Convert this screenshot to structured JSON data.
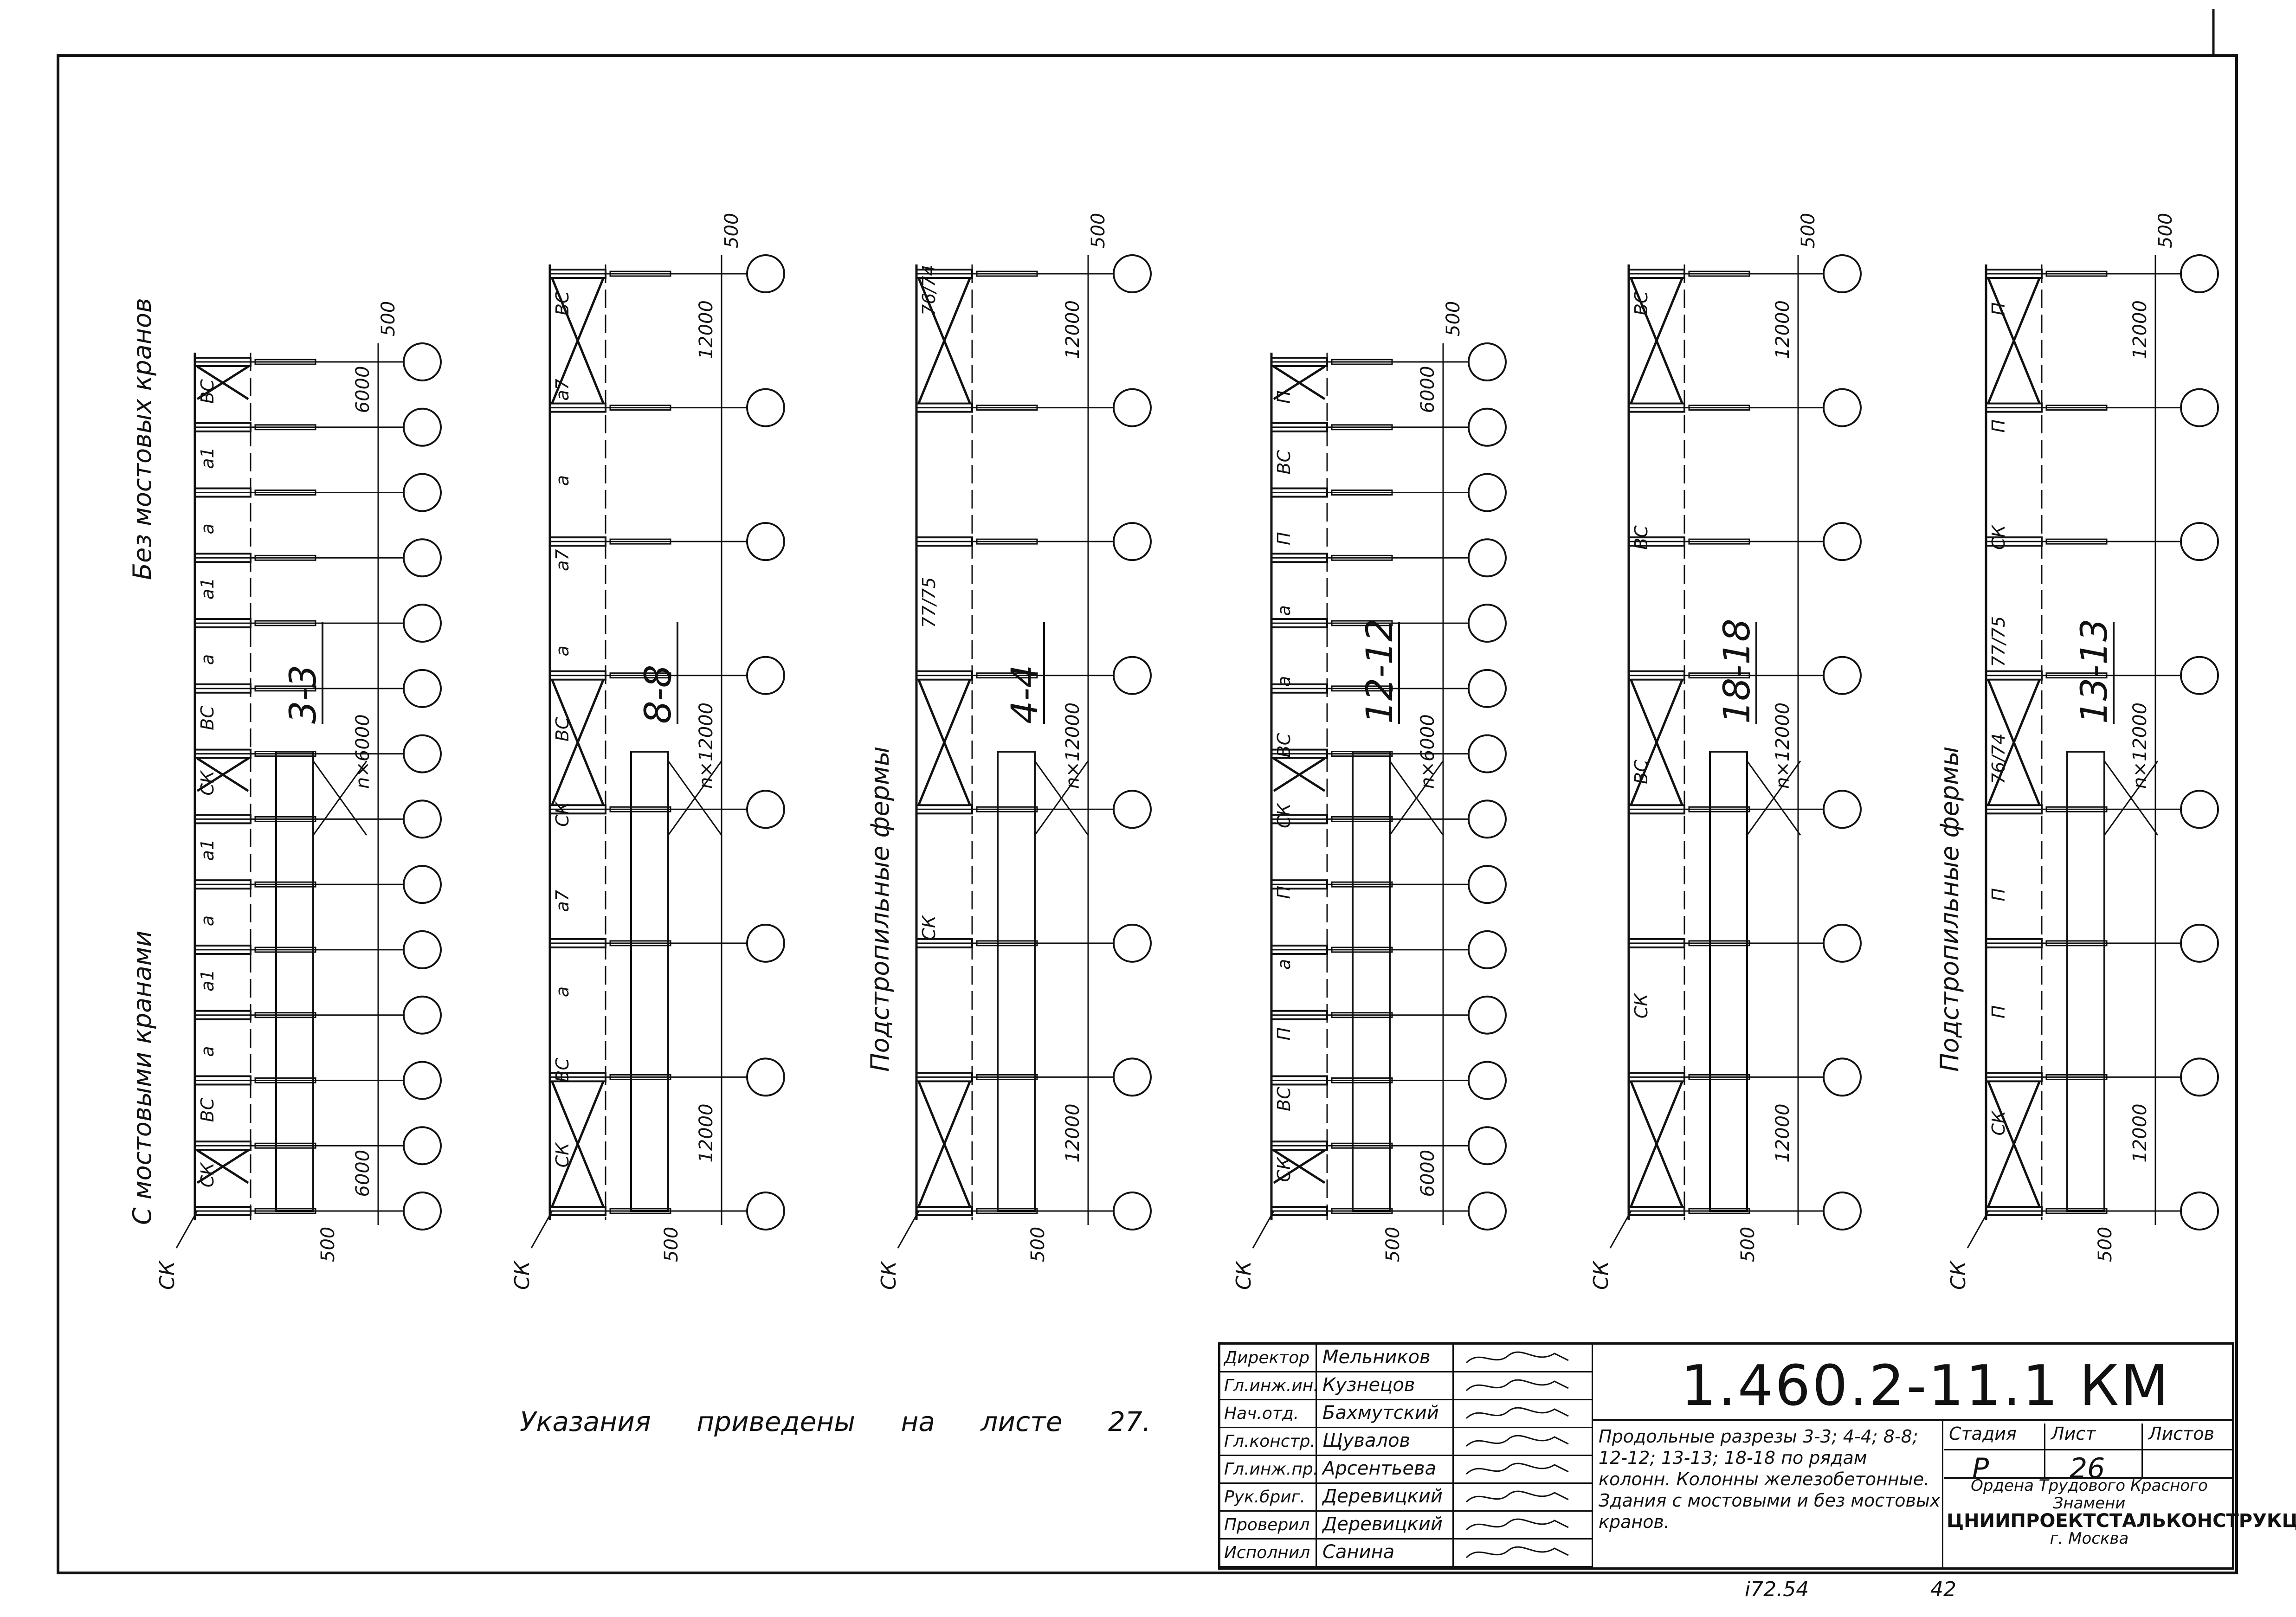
{
  "sections": [
    {
      "title": "3-3",
      "upper_note": "Без мостовых кранов",
      "lower_note": "С мостовыми кранами",
      "dims_top": "500",
      "dim_a": "6000",
      "dim_mid": "n×6000",
      "dim_b": "6000",
      "dims_bot": "500",
      "labels": [
        "ВС",
        "а1",
        "а",
        "а1",
        "а",
        "ВС",
        "СК",
        "а1",
        "а",
        "а1",
        "а",
        "ВС",
        "СК"
      ]
    },
    {
      "title": "8-8",
      "dims_top": "500",
      "dim_a": "12000",
      "dim_mid": "n×12000",
      "dim_b": "12000",
      "dims_bot": "500",
      "labels": [
        "ВС",
        "а7",
        "а",
        "а7",
        "а",
        "ВС",
        "СК",
        "а7",
        "а",
        "ВС",
        "СК"
      ]
    },
    {
      "title": "4-4",
      "mid_note": "Подстропильные фермы",
      "dims_top": "500",
      "dim_a": "12000",
      "dim_mid": "n×12000",
      "dim_b": "12000",
      "dims_bot": "500",
      "labels": [
        "76/74",
        "77/75",
        "СК"
      ]
    },
    {
      "title": "12-12",
      "dims_top": "500",
      "dim_a": "6000",
      "dim_mid": "n×6000",
      "dim_b": "6000",
      "dims_bot": "500",
      "labels": [
        "П",
        "ВС",
        "П",
        "а",
        "а",
        "ВС",
        "СК",
        "П",
        "а",
        "П",
        "ВС",
        "СК"
      ]
    },
    {
      "title": "18-18",
      "dims_top": "500",
      "dim_a": "12000",
      "dim_mid": "n×12000",
      "dim_b": "12000",
      "dims_bot": "500",
      "labels": [
        "ВС",
        "ВС",
        "ВС",
        "СК"
      ]
    },
    {
      "title": "13-13",
      "mid_note": "Подстропильные фермы",
      "dims_top": "500",
      "dim_a": "12000",
      "dim_mid": "n×12000",
      "dim_b": "12000",
      "dims_bot": "500",
      "labels": [
        "П",
        "П",
        "СК",
        "77/75",
        "76/74",
        "П",
        "П",
        "СК"
      ]
    }
  ],
  "notes_text": "Указания приведены на листе 27.",
  "title_block": {
    "rows": [
      {
        "role": "Директор",
        "name": "Мельников"
      },
      {
        "role": "Гл.инж.ин.",
        "name": "Кузнецов"
      },
      {
        "role": "Нач.отд.",
        "name": "Бахмутский"
      },
      {
        "role": "Гл.констр.",
        "name": "Щувалов"
      },
      {
        "role": "Гл.инж.пр.",
        "name": "Арсентьева"
      },
      {
        "role": "Рук.бриг.",
        "name": "Деревицкий"
      },
      {
        "role": "Проверил",
        "name": "Деревицкий"
      },
      {
        "role": "Исполнил",
        "name": "Санина"
      }
    ],
    "doc_code": "1.460.2-11.1 КМ",
    "description": "Продольные разрезы 3-3; 4-4; 8-8; 12-12; 13-13; 18-18 по рядам колонн. Колонны железобетонные. Здания с мостовыми и без мостовых кранов.",
    "stage_label": "Стадия",
    "stage": "Р",
    "sheet_label": "Лист",
    "sheet": "26",
    "sheets_label": "Листов",
    "sheets": "",
    "org_line1": "Ордена Трудового Красного Знамени",
    "org_line2": "ЦНИИПРОЕКТСТАЛЬКОНСТРУКЦИЯ",
    "org_line3": "г. Москва"
  },
  "footer": {
    "left": "i72.54",
    "right": "42"
  }
}
